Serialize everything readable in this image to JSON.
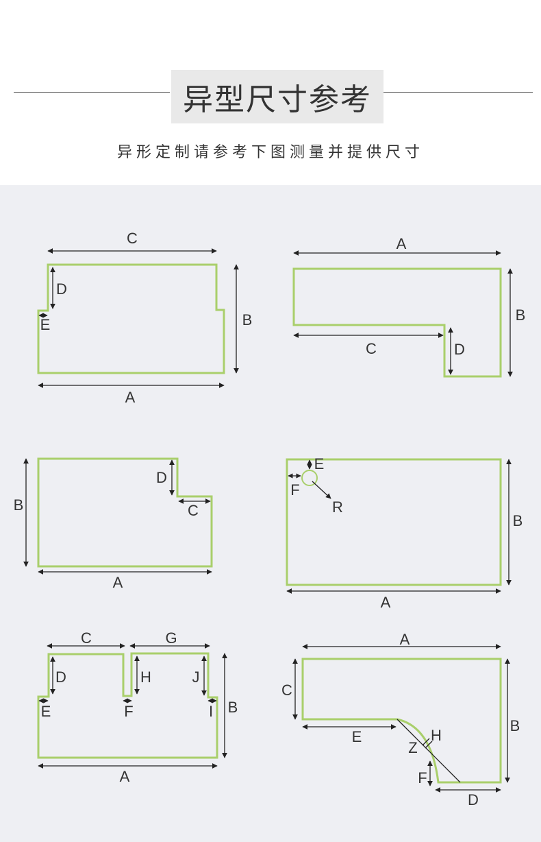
{
  "header": {
    "title": "异型尺寸参考",
    "subtitle": "异形定制请参考下图测量并提供尺寸"
  },
  "colors": {
    "outline": "#a9cf6b",
    "arrow": "#222222",
    "panel": "#eeeff3"
  },
  "diagrams": [
    {
      "labels": {
        "a": "A",
        "b": "B",
        "c": "C",
        "d": "D",
        "e": "E"
      }
    },
    {
      "labels": {
        "a": "A",
        "b": "B",
        "c": "C",
        "d": "D"
      }
    },
    {
      "labels": {
        "a": "A",
        "b": "B",
        "c": "C",
        "d": "D"
      }
    },
    {
      "labels": {
        "a": "A",
        "b": "B",
        "e": "E",
        "f": "F",
        "r": "R"
      }
    },
    {
      "labels": {
        "a": "A",
        "b": "B",
        "c": "C",
        "d": "D",
        "e": "E",
        "f": "F",
        "g": "G",
        "h": "H",
        "i": "I",
        "j": "J"
      }
    },
    {
      "labels": {
        "a": "A",
        "b": "B",
        "c": "C",
        "d": "D",
        "e": "E",
        "f": "F",
        "h": "H",
        "z": "Z"
      }
    }
  ]
}
